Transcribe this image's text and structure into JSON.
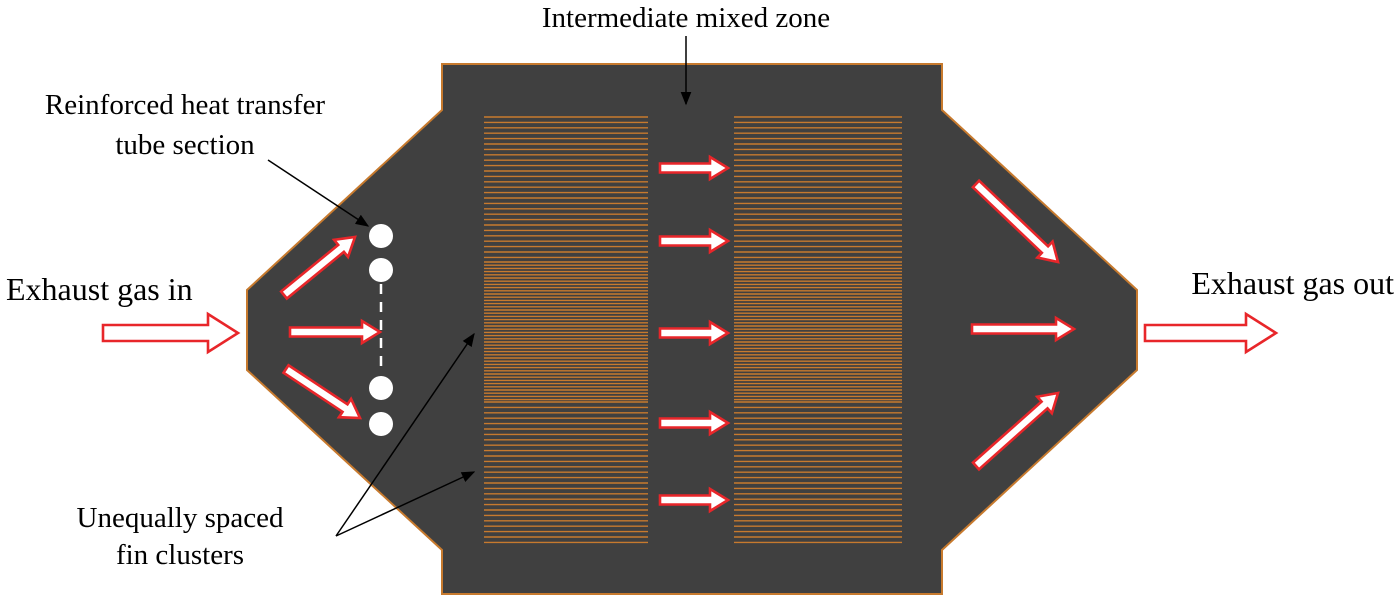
{
  "labels": {
    "intermediate_zone": "Intermediate mixed zone",
    "reinforced_line1": "Reinforced heat transfer",
    "reinforced_line2": "tube section",
    "gas_in": "Exhaust gas in",
    "gas_out": "Exhaust gas out",
    "fins_line1": "Unequally spaced",
    "fins_line2": "fin clusters"
  },
  "colors": {
    "body": "#404040",
    "body_border": "#c77a2e",
    "fin": "#c77a2e",
    "arrow_stroke": "#e8262a",
    "arrow_fill": "#ffffff",
    "tube": "#ffffff",
    "leader": "#000000"
  }
}
